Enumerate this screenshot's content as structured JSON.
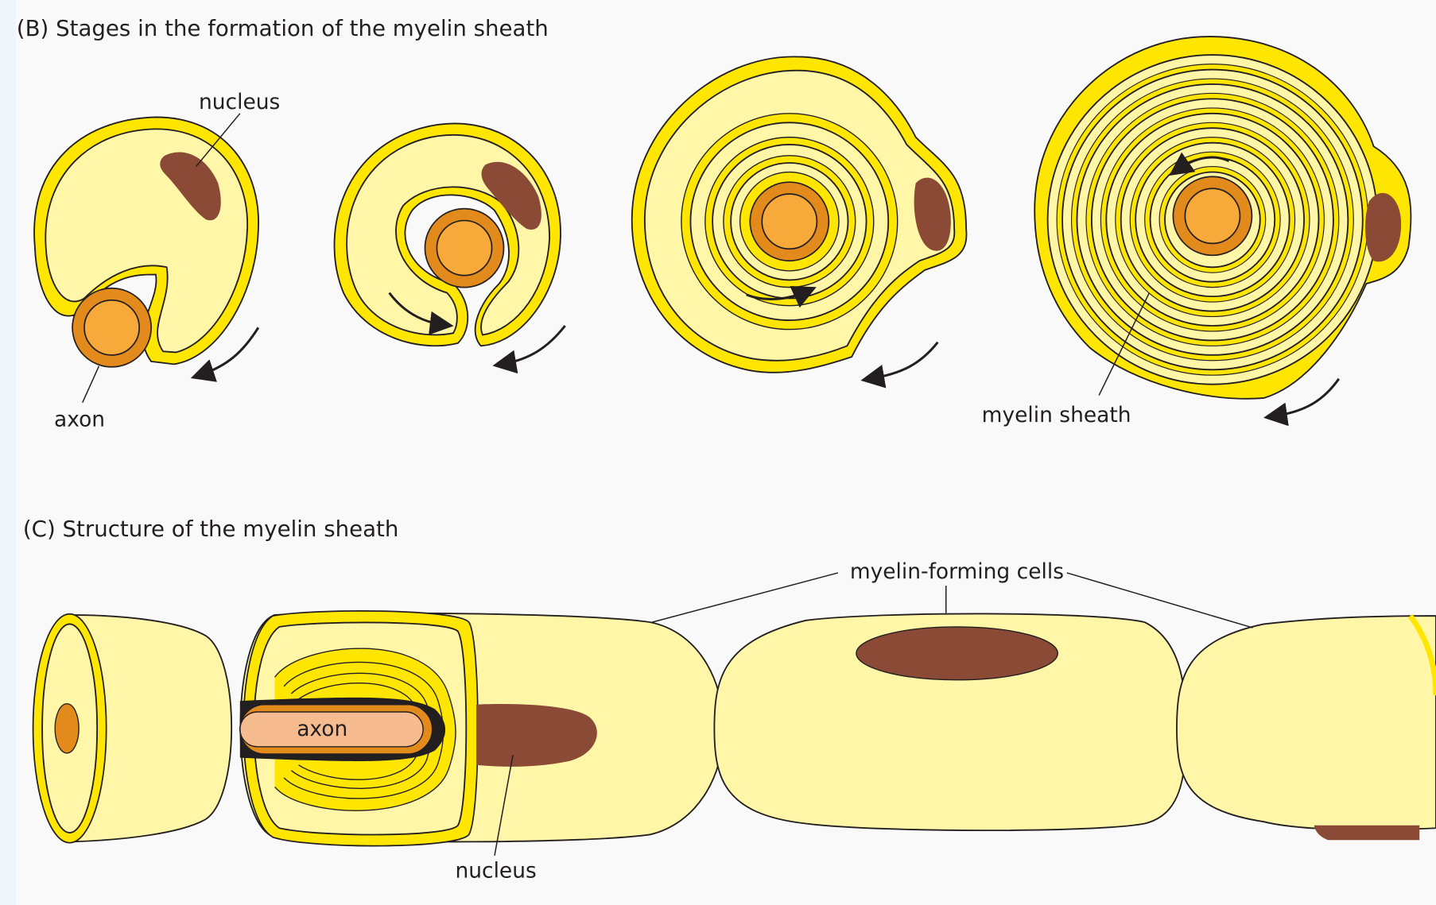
{
  "panel_b": {
    "title": "(B)   Stages in the formation of the myelin sheath",
    "labels": {
      "nucleus": "nucleus",
      "axon": "axon",
      "myelin_sheath": "myelin sheath"
    }
  },
  "panel_c": {
    "title": "(C)   Structure of the myelin sheath",
    "labels": {
      "myelin_forming_cells": "myelin-forming cells",
      "axon": "axon",
      "nucleus": "nucleus"
    }
  },
  "colors": {
    "membrane": "#ffe600",
    "cytoplasm": "#fff6a8",
    "nucleus": "#8b4a35",
    "axon": "#f7a93a"
  }
}
